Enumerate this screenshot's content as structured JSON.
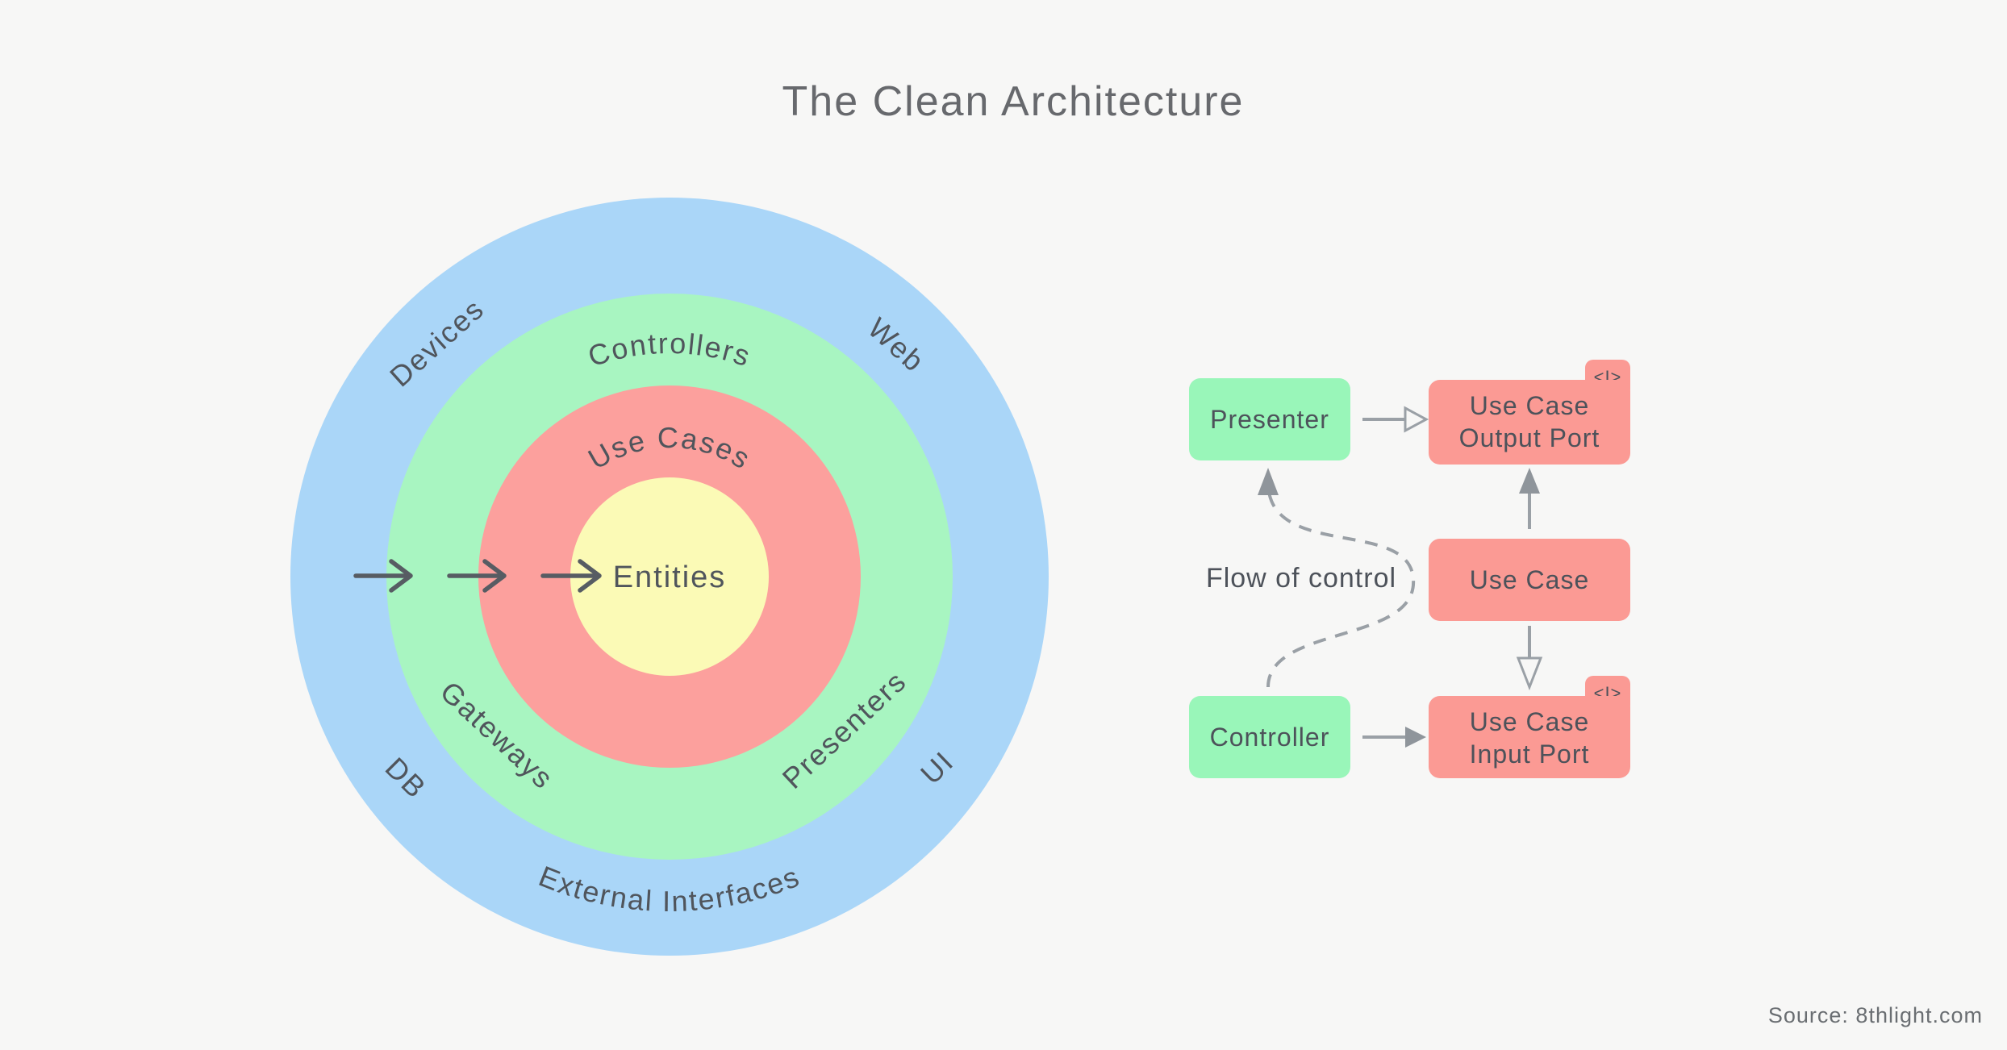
{
  "page": {
    "title": "The Clean Architecture",
    "source": "Source: 8thlight.com"
  },
  "colors": {
    "background": "#f7f7f6",
    "ring_blue": "#aad6f8",
    "ring_green": "#a8f5c1",
    "ring_red": "#fca09d",
    "ring_yellow": "#fbfab6",
    "box_green": "#99f6b9",
    "box_red": "#fb9a94",
    "text_dark": "#4d525a",
    "arrow_dark": "#575c63",
    "arrow_gray": "#9aa0a6",
    "arrowhead_fill": "#8f959b"
  },
  "circles": {
    "entities": "Entities",
    "use_cases": "Use Cases",
    "controllers": "Controllers",
    "gateways": "Gateways",
    "presenters": "Presenters",
    "devices": "Devices",
    "web": "Web",
    "db": "DB",
    "ui": "UI",
    "external_interfaces": "External Interfaces"
  },
  "flowchart": {
    "presenter": "Presenter",
    "controller": "Controller",
    "use_case": "Use Case",
    "output_port": {
      "line1": "Use Case",
      "line2": "Output Port",
      "tag": "<I>"
    },
    "input_port": {
      "line1": "Use Case",
      "line2": "Input Port",
      "tag": "<I>"
    },
    "flow_label": "Flow of control"
  }
}
